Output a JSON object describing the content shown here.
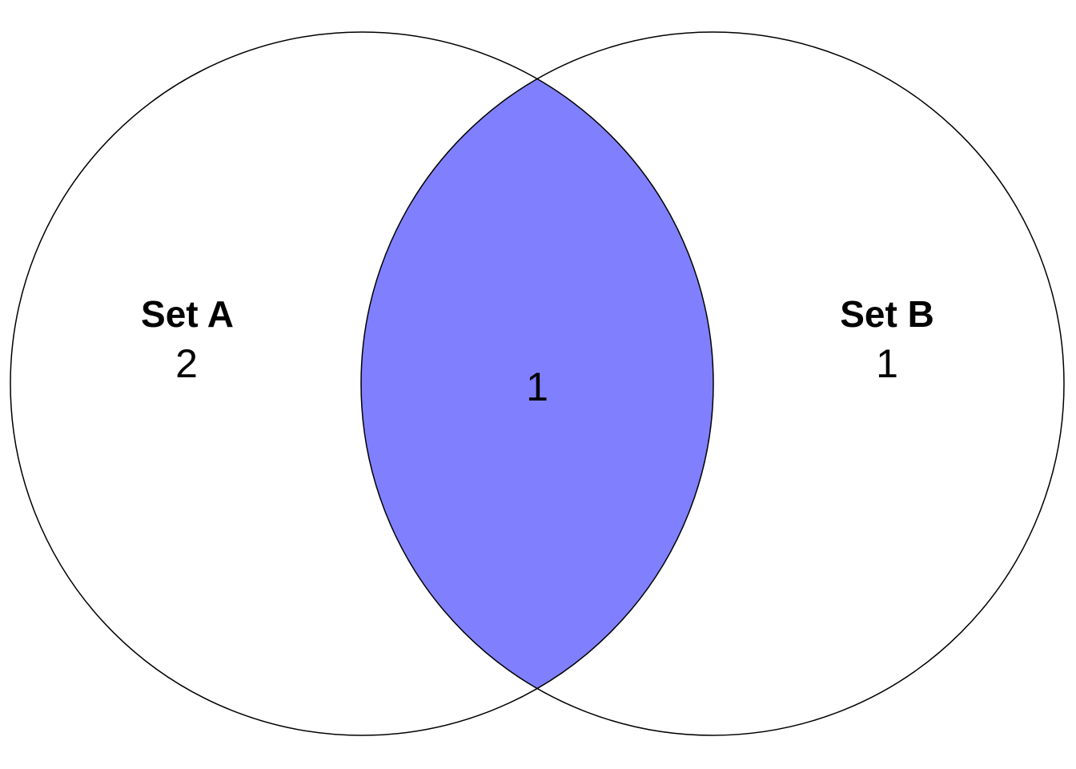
{
  "venn": {
    "set_a": {
      "label": "Set A",
      "count": "2"
    },
    "set_b": {
      "label": "Set B",
      "count": "1"
    },
    "intersection": {
      "count": "1"
    },
    "colors": {
      "intersection_fill": "#8080ff",
      "outline": "#000000",
      "background": "#ffffff"
    }
  }
}
